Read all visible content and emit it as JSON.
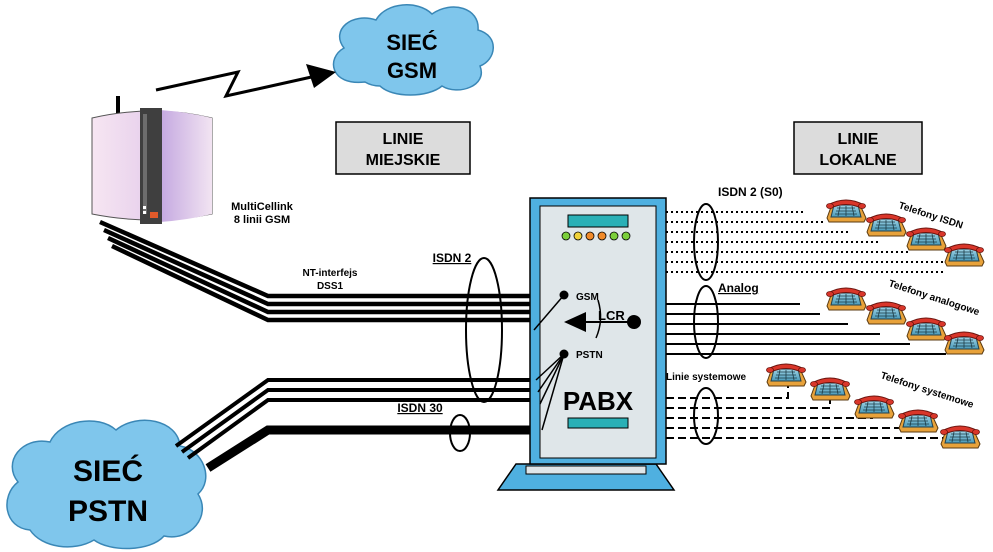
{
  "clouds": {
    "gsm": {
      "line1": "SIEĆ",
      "line2": "GSM"
    },
    "pstn": {
      "line1": "SIEĆ",
      "line2": "PSTN"
    }
  },
  "boxes": {
    "city": {
      "line1": "LINIE",
      "line2": "MIEJSKIE"
    },
    "local": {
      "line1": "LINIE",
      "line2": "LOKALNE"
    }
  },
  "device": {
    "line1": "MultiCellink",
    "line2": "8 linii GSM"
  },
  "trunk_labels": {
    "nt": "NT-interfejs",
    "dss1": "DSS1",
    "isdn2": "ISDN 2",
    "isdn30": "ISDN 30"
  },
  "pabx": {
    "label": "PABX",
    "gsm_port": "GSM",
    "pstn_port": "PSTN",
    "lcr": "LCR"
  },
  "local_labels": {
    "isdn_s0": "ISDN 2 (S0)",
    "analog": "Analog",
    "system": "Linie systemowe"
  },
  "phone_groups": {
    "isdn": "Telefony ISDN",
    "analog": "Telefony analogowe",
    "system": "Telefony systemowe"
  },
  "colors": {
    "cloud": "#7fc6ec",
    "pabx_frame": "#4fb0e0",
    "pabx_inner": "#dfe6e9",
    "box": "#dcdcdc",
    "phone_red": "#d9362a",
    "phone_base": "#e8a23a"
  }
}
